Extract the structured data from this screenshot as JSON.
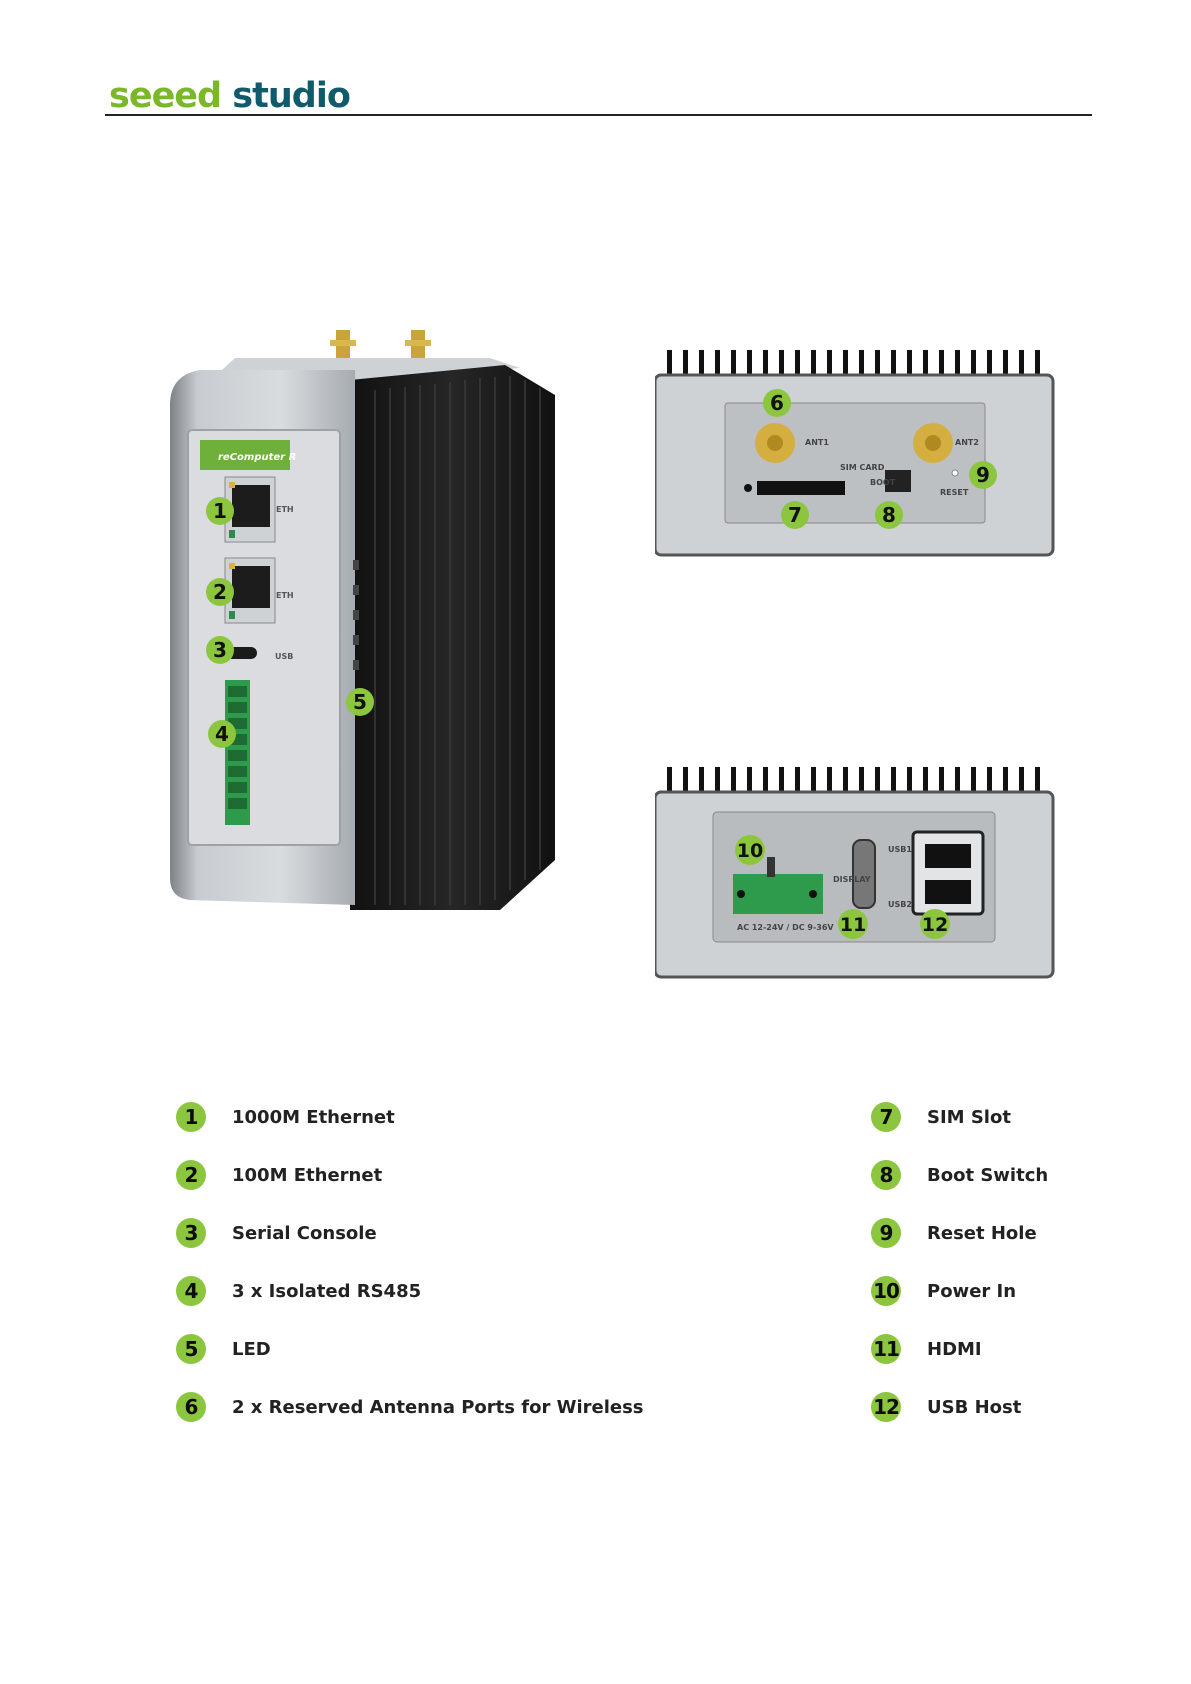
{
  "header": {
    "logo_part1": "seeed",
    "logo_part2": "studio"
  },
  "device_labels": {
    "top_strip": "reComputer R",
    "eth": "ETH",
    "usb": "USB",
    "anti": "ANT1",
    "ant2": "ANT2",
    "sim_card": "SIM CARD",
    "boot": "BOOT",
    "reset": "RESET",
    "display": "DISPLAY",
    "usb1": "USB1",
    "usb2": "USB2",
    "power_rating": "AC 12-24V / DC 9-36V"
  },
  "callouts": [
    "1",
    "2",
    "3",
    "4",
    "5",
    "6",
    "7",
    "8",
    "9",
    "10",
    "11",
    "12"
  ],
  "legend_left": [
    {
      "num": "1",
      "label": "1000M Ethernet"
    },
    {
      "num": "2",
      "label": "100M Ethernet"
    },
    {
      "num": "3",
      "label": "Serial Console"
    },
    {
      "num": "4",
      "label": "3 x Isolated RS485"
    },
    {
      "num": "5",
      "label": "LED"
    },
    {
      "num": "6",
      "label": "2 x Reserved Antenna Ports for Wireless"
    }
  ],
  "legend_right": [
    {
      "num": "7",
      "label": "SIM Slot"
    },
    {
      "num": "8",
      "label": "Boot Switch"
    },
    {
      "num": "9",
      "label": "Reset Hole"
    },
    {
      "num": "10",
      "label": "Power In"
    },
    {
      "num": "11",
      "label": "HDMI"
    },
    {
      "num": "12",
      "label": "USB Host"
    }
  ]
}
